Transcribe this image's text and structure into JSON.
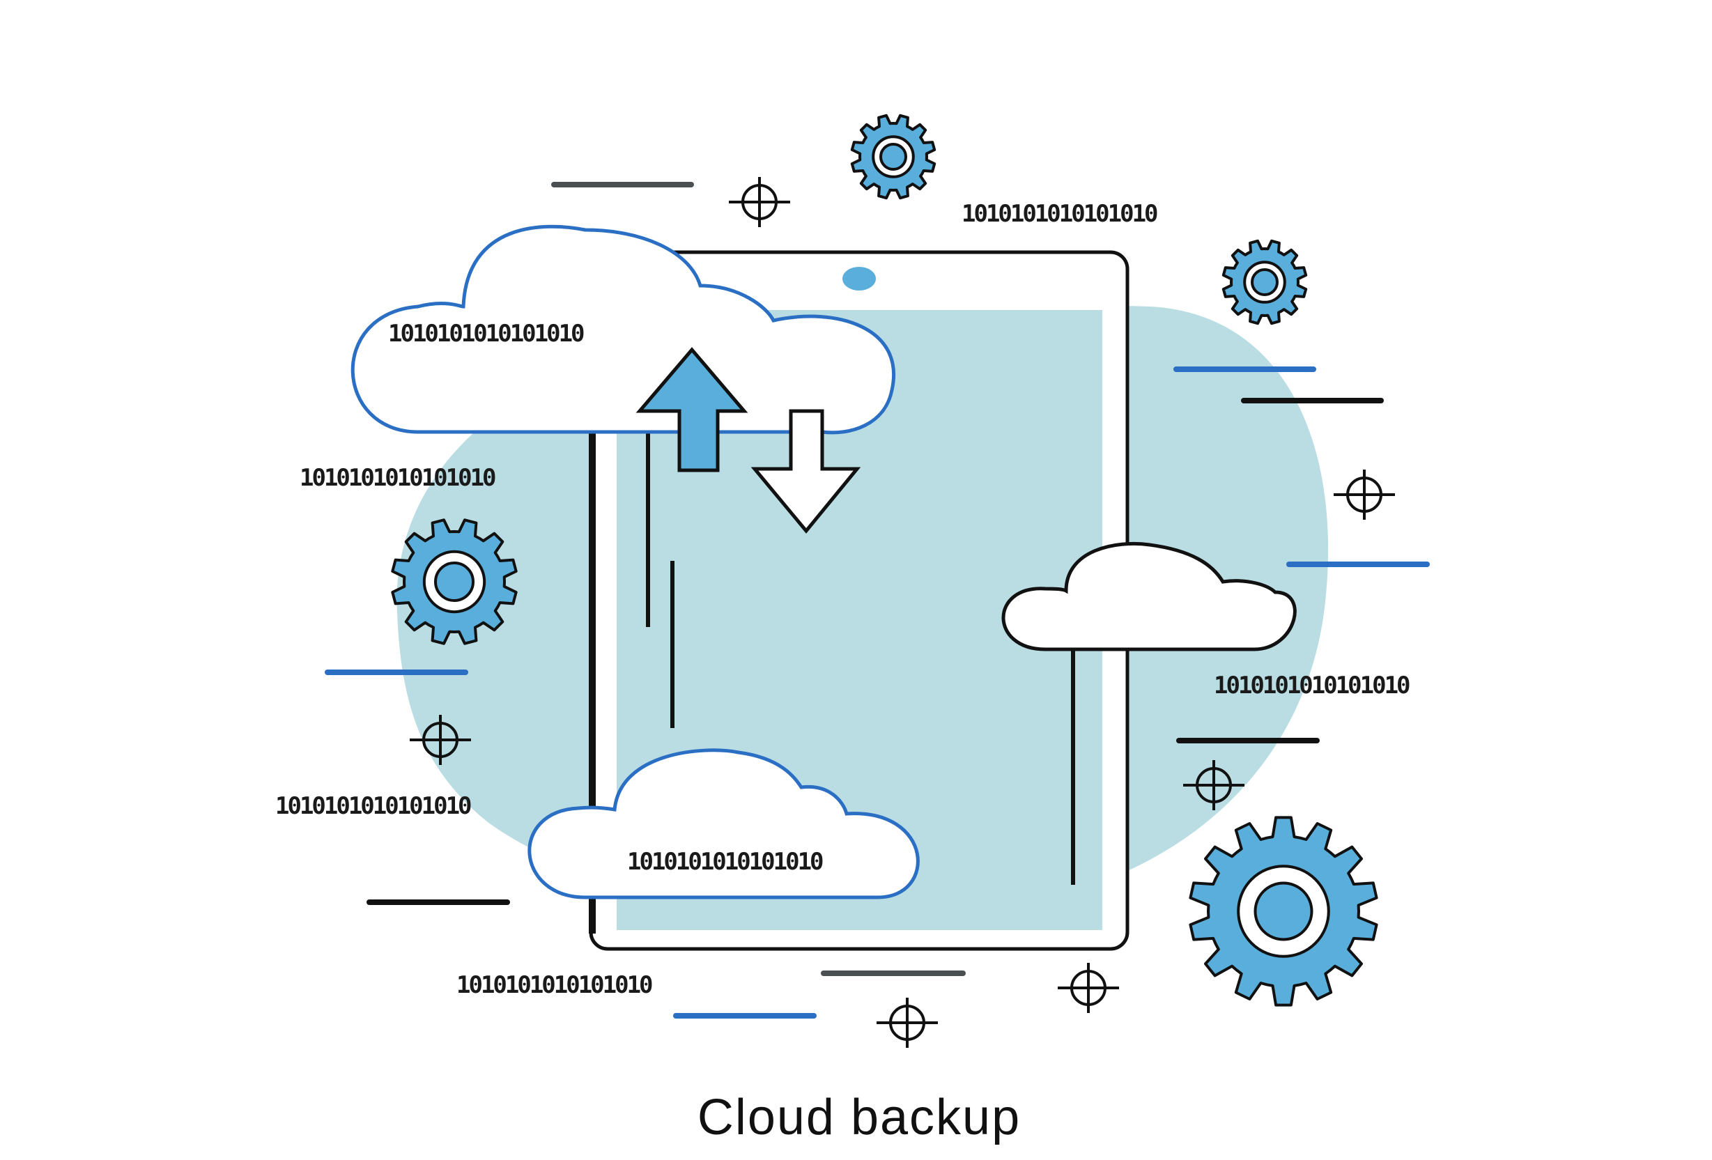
{
  "illustration": {
    "caption": "Cloud backup",
    "binary_strings": [
      "1010101010101010",
      "1010101010101010",
      "1010101010101010",
      "1010101010101010",
      "1010101010101010",
      "1010101010101010",
      "1010101010101010"
    ],
    "icons": [
      "tablet-icon",
      "cloud-icon",
      "upload-arrow-icon",
      "download-arrow-icon",
      "gear-icon",
      "crosshair-icon"
    ],
    "colors": {
      "blob": "#b9dde3",
      "screen": "#b9dde3",
      "accent_blue": "#2a6fc4",
      "gear_blue": "#5aaedb",
      "arrow_blue": "#5aaedb",
      "outline": "#111111",
      "dash_gray": "#4a4f52"
    }
  }
}
